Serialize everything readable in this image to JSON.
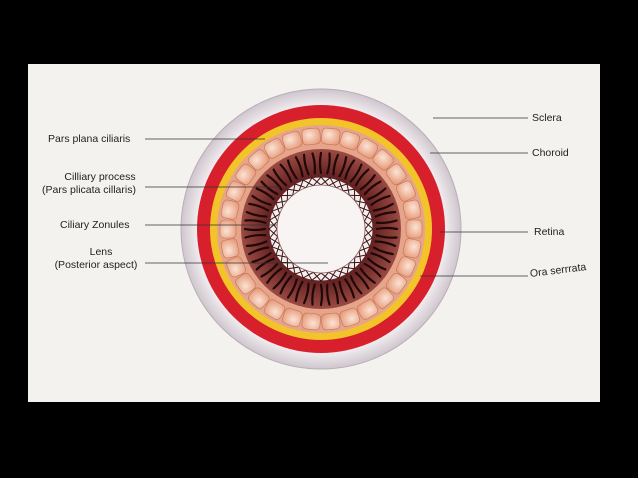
{
  "labels_left": {
    "pars_plana": "Pars plana ciliaris",
    "ciliary_process_1": "Cilliary process",
    "ciliary_process_2": "(Pars plicata cillaris)",
    "ciliary_zonules": "Ciliary Zonules",
    "lens_1": "Lens",
    "lens_2": "(Posterior aspect)"
  },
  "labels_right": {
    "sclera": "Sclera",
    "choroid": "Choroid",
    "retina": "Retina",
    "ora_serrata": "Ora serrrata"
  },
  "colors": {
    "background": "#000000",
    "paper": "#f4f2ee",
    "sclera": "#ece6ea",
    "choroid": "#d8202c",
    "retina": "#f2c42a",
    "pars_plana_cells": "#f0b496",
    "ciliary_process": "#7a2a2a",
    "lens": "#f8f4f4"
  }
}
